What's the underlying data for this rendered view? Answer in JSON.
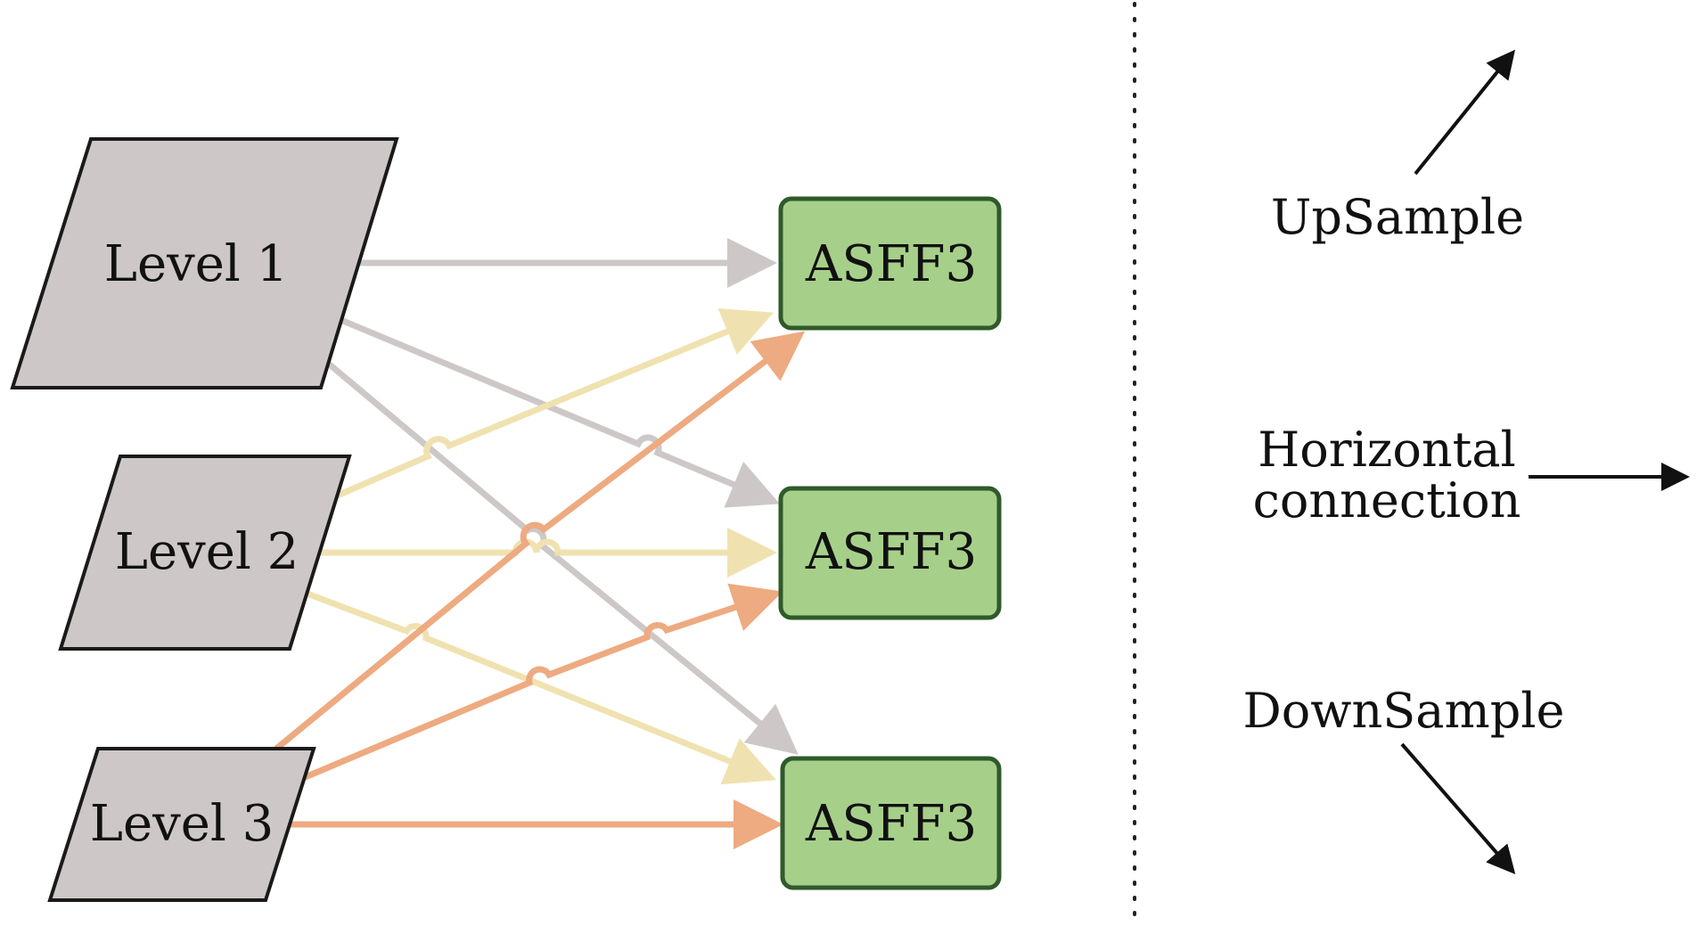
{
  "levels": [
    {
      "label": "Level 1"
    },
    {
      "label": "Level 2"
    },
    {
      "label": "Level 3"
    }
  ],
  "asff": [
    {
      "label": "ASFF3"
    },
    {
      "label": "ASFF3"
    },
    {
      "label": "ASFF3"
    }
  ],
  "legend": {
    "upsample": "UpSample",
    "horizontal_line1": "Horizontal",
    "horizontal_line2": "connection",
    "downsample": "DownSample"
  },
  "colors": {
    "level_fill": "#cdc8c7",
    "asff_fill": "#a6d08a",
    "asff_stroke": "#2f5a2a",
    "level1_arrow": "#cdc8c7",
    "level2_arrow": "#f0e2b0",
    "level3_arrow": "#eeaa80",
    "divider": "#222222"
  }
}
